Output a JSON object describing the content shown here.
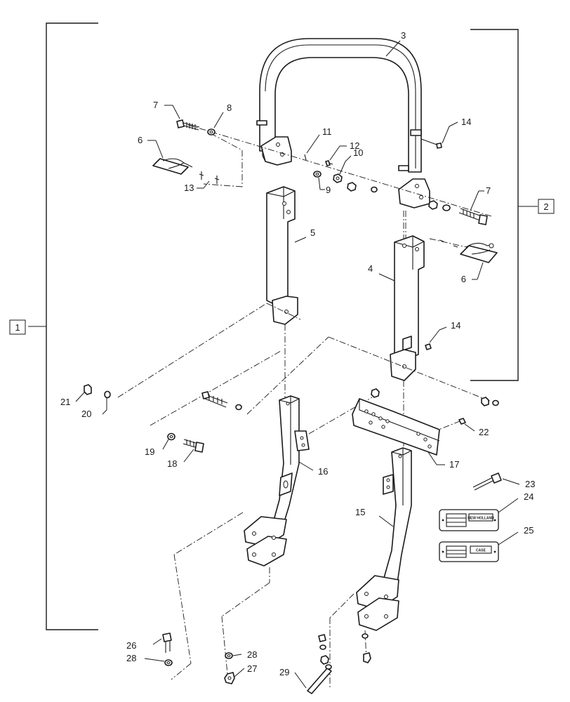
{
  "diagram": {
    "callouts": {
      "c1": "1",
      "c2": "2",
      "c3": "3",
      "c4": "4",
      "c5": "5",
      "c6a": "6",
      "c6b": "6",
      "c7a": "7",
      "c7b": "7",
      "c8": "8",
      "c9": "9",
      "c10": "10",
      "c11": "11",
      "c12": "12",
      "c13": "13",
      "c14a": "14",
      "c14b": "14",
      "c15": "15",
      "c16": "16",
      "c17": "17",
      "c18": "18",
      "c19": "19",
      "c20": "20",
      "c21": "21",
      "c22": "22",
      "c23": "23",
      "c24": "24",
      "c25": "25",
      "c26": "26",
      "c27": "27",
      "c28a": "28",
      "c28b": "28",
      "c29": "29"
    },
    "decals": {
      "decal_24_brand": "NEW HOLLAND",
      "decal_25_brand": "CASE"
    }
  }
}
